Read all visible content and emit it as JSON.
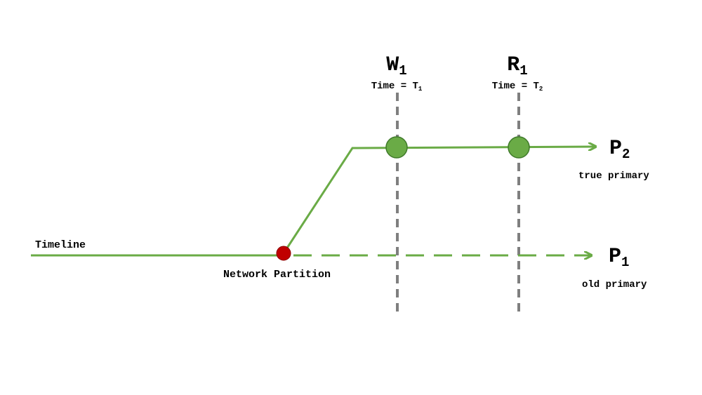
{
  "diagram": {
    "timeline_label": "Timeline",
    "partition_label": "Network Partition",
    "events": [
      {
        "name_letter": "W",
        "name_sub": "1",
        "time_prefix": "Time = T",
        "time_sub": "1"
      },
      {
        "name_letter": "R",
        "name_sub": "1",
        "time_prefix": "Time = T",
        "time_sub": "2"
      }
    ],
    "nodes": {
      "p2": {
        "letter": "P",
        "sub": "2",
        "caption": "true primary"
      },
      "p1": {
        "letter": "P",
        "sub": "1",
        "caption": "old primary"
      }
    },
    "colors": {
      "line_green": "#6aab46",
      "node_fill": "#6aab46",
      "node_stroke": "#3f7a2a",
      "partition_red": "#c00000",
      "guide_gray": "#7f7f7f",
      "text": "#000000"
    }
  }
}
